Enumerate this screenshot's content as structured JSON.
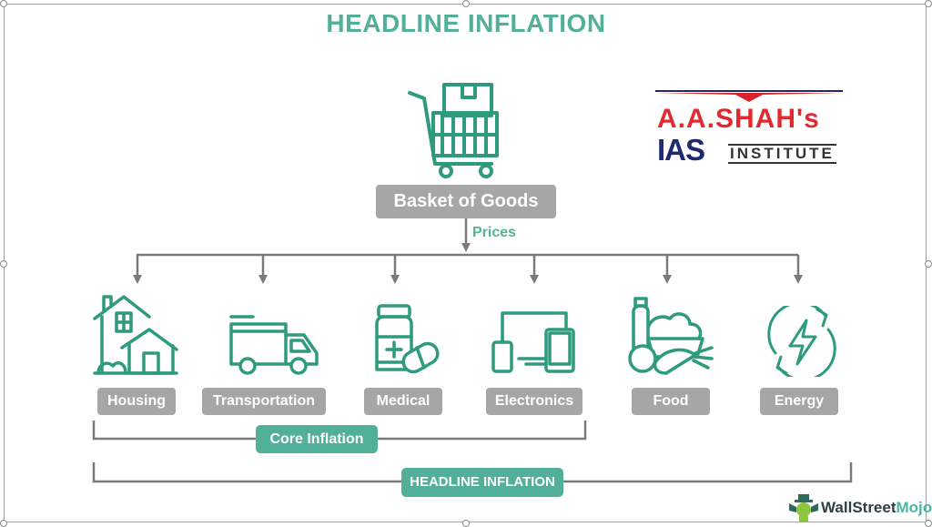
{
  "title": "HEADLINE INFLATION",
  "colors": {
    "accent": "#52b09a",
    "label_gray": "#a6a6a6",
    "connector": "#7a7a7a"
  },
  "basket": {
    "icon": "shopping-cart-icon",
    "label": "Basket of Goods"
  },
  "prices_label": "Prices",
  "categories": [
    {
      "label": "Housing",
      "icon": "house-icon"
    },
    {
      "label": "Transportation",
      "icon": "truck-icon"
    },
    {
      "label": "Medical",
      "icon": "medicine-bottle-icon"
    },
    {
      "label": "Electronics",
      "icon": "devices-icon"
    },
    {
      "label": "Food",
      "icon": "groceries-icon"
    },
    {
      "label": "Energy",
      "icon": "energy-icon"
    }
  ],
  "groups": {
    "core": "Core Inflation",
    "headline": "HEADLINE INFLATION"
  },
  "logo": {
    "line1": "A.A.SHAH's",
    "line2a": "IAS",
    "line2b": "INSTITUTE"
  },
  "watermark": {
    "part1": "WallStreet",
    "part2": "Mojo"
  }
}
